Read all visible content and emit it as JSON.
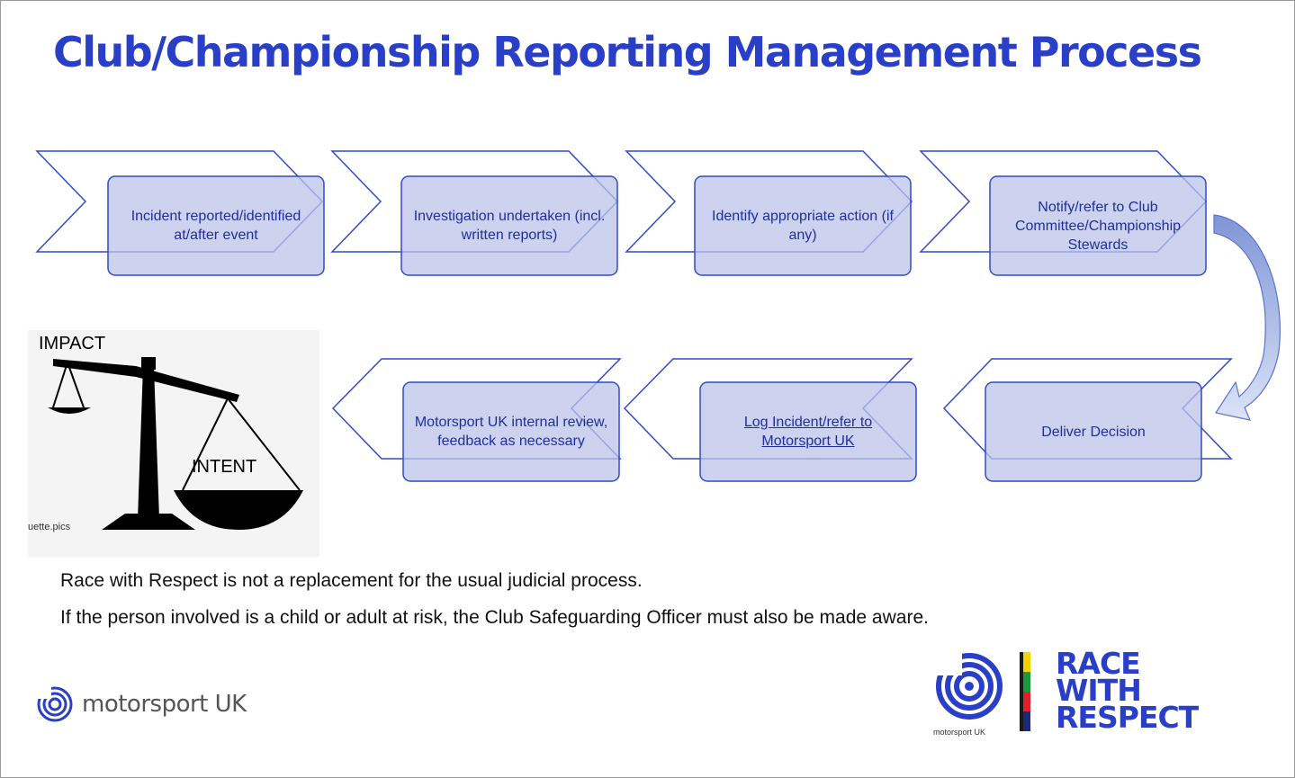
{
  "title": "Club/Championship Reporting Management Process",
  "steps_top": [
    {
      "label": "Incident reported/identified at/after event"
    },
    {
      "label": "Investigation undertaken (incl. written reports)"
    },
    {
      "label": "Identify appropriate action (if any)"
    },
    {
      "label": "Notify/refer to Club Committee/Championship Stewards"
    }
  ],
  "steps_bottom": [
    {
      "label": "Deliver Decision"
    },
    {
      "label": "Log Incident/refer to Motorsport UK"
    },
    {
      "label": "Motorsport UK internal review, feedback as necessary"
    }
  ],
  "image": {
    "impact_label": "IMPACT",
    "intent_label": "INTENT",
    "credit": "uette.pics"
  },
  "notes": {
    "line1": "Race with Respect is not a replacement for the usual judicial process.",
    "line2": "If the person involved is a child or adult at risk, the Club Safeguarding Officer must also be made aware."
  },
  "logos": {
    "left_text": "motorsport UK",
    "right_small_text": "motorsport UK",
    "rwr_line1": "RACE",
    "rwr_line2": "WITH",
    "rwr_line3": "RESPECT"
  },
  "colors": {
    "title": "#2a3fc8",
    "box_fill": "#cdd2ee",
    "box_stroke": "#2f4bc9",
    "chevron_stroke": "#2f4bc9",
    "curve_arrow": "#a8b8e6"
  }
}
